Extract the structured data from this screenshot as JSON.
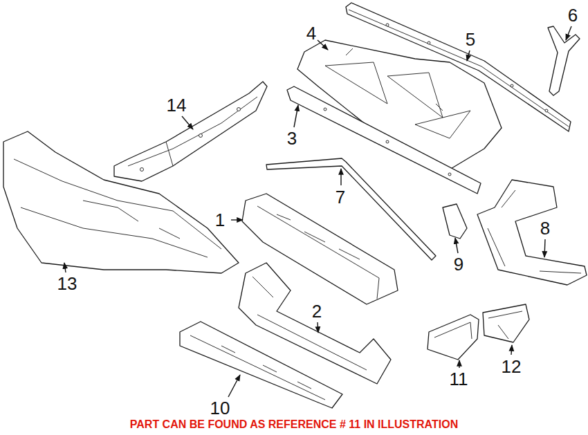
{
  "diagram": {
    "labels": [
      "6",
      "4",
      "5",
      "14",
      "3",
      "7",
      "1",
      "8",
      "9",
      "13",
      "2",
      "11",
      "12",
      "10",
      "PART CAN BE FOUND AS REFERENCE # 11 IN ILLUSTRATION"
    ]
  }
}
